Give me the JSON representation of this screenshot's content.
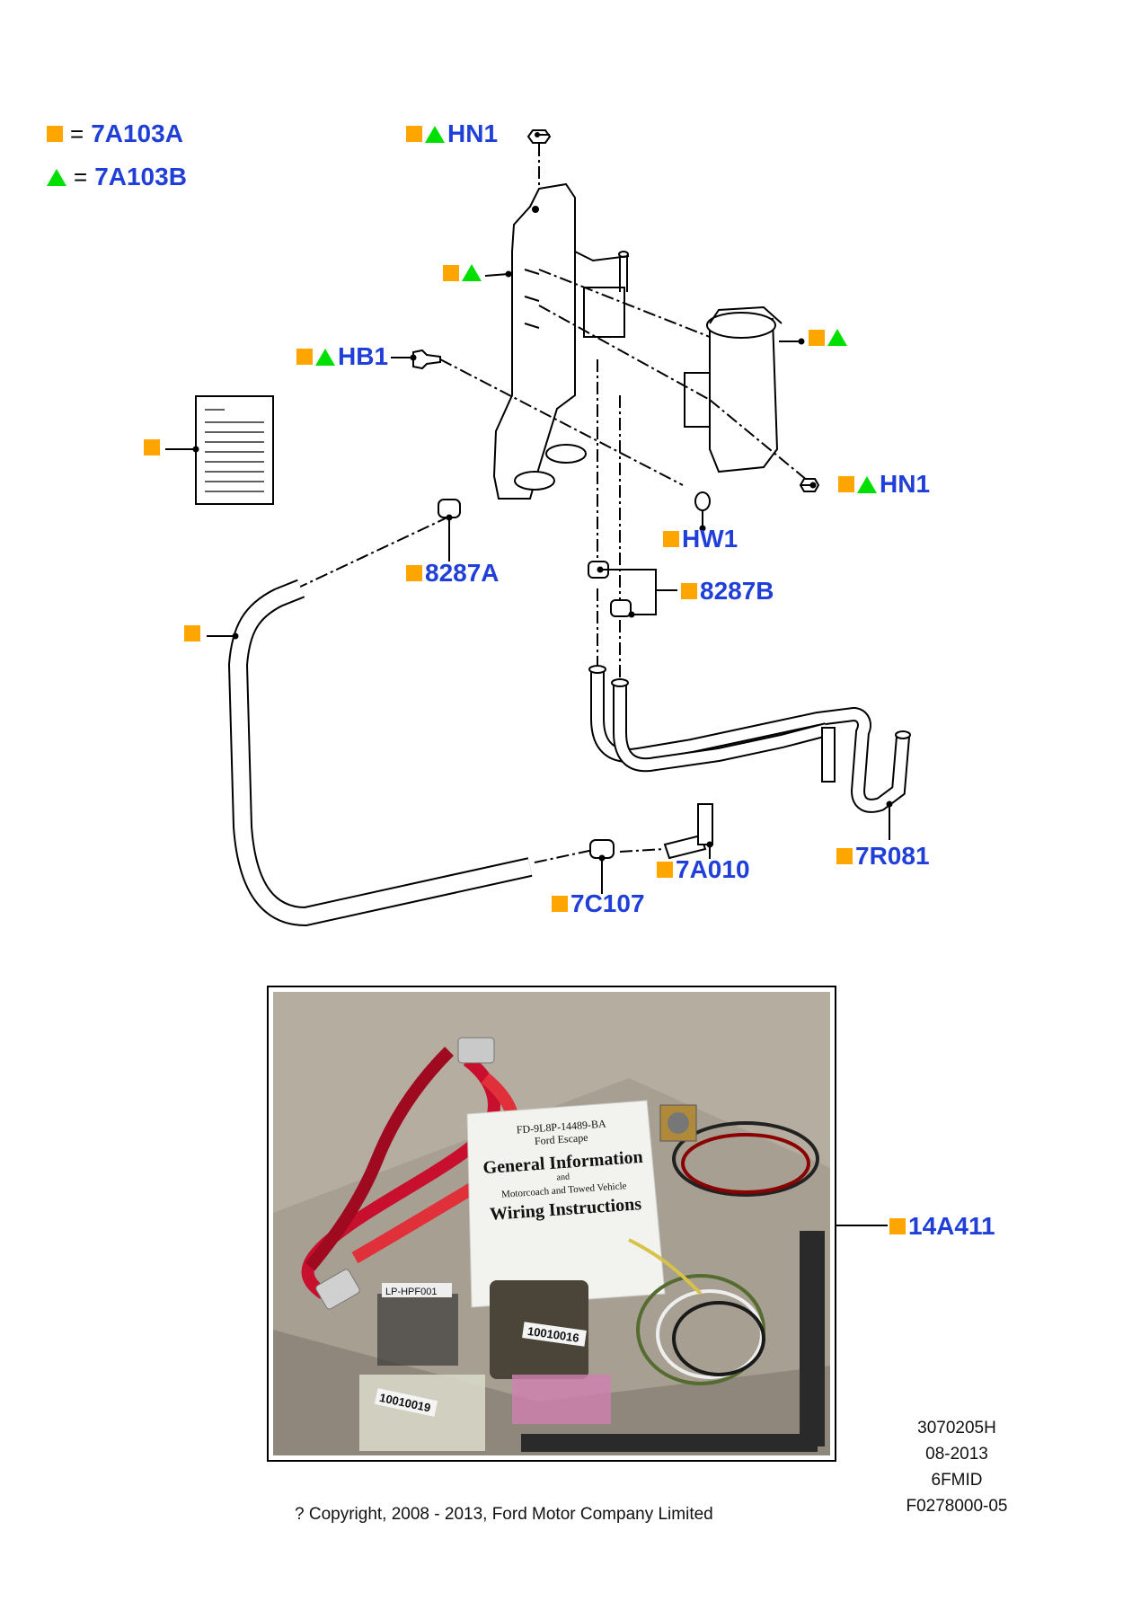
{
  "legend": [
    {
      "symbol": "square",
      "equals": "=",
      "code": "7A103A"
    },
    {
      "symbol": "triangle",
      "equals": "=",
      "code": "7A103B"
    }
  ],
  "callouts": {
    "hn1_top": "HN1",
    "hb1": "HB1",
    "hn1_right": "HN1",
    "hw1": "HW1",
    "c8287a": "8287A",
    "c8287b": "8287B",
    "c7a010": "7A010",
    "c7r081": "7R081",
    "c7c107": "7C107",
    "c14a411": "14A411"
  },
  "photo_text": {
    "doc_code": "FD-9L8P-14489-BA",
    "doc_vehicle": "Ford Escape",
    "doc_title_1": "General Information",
    "doc_and_1": "and",
    "doc_sub": "Motorcoach and Towed Vehicle",
    "doc_title_2": "Wiring Instructions",
    "tag_1": "LP-HPF001",
    "tag_2": "10010016",
    "tag_3": "10010019"
  },
  "reference": {
    "line1": "3070205H",
    "line2": "08-2013",
    "line3": "6FMID",
    "line4": "F0278000-05"
  },
  "copyright": "? Copyright, 2008 - 2013, Ford Motor Company Limited",
  "colors": {
    "square": "#ffa500",
    "triangle": "#00e000",
    "code_text": "#1f3fd8"
  }
}
